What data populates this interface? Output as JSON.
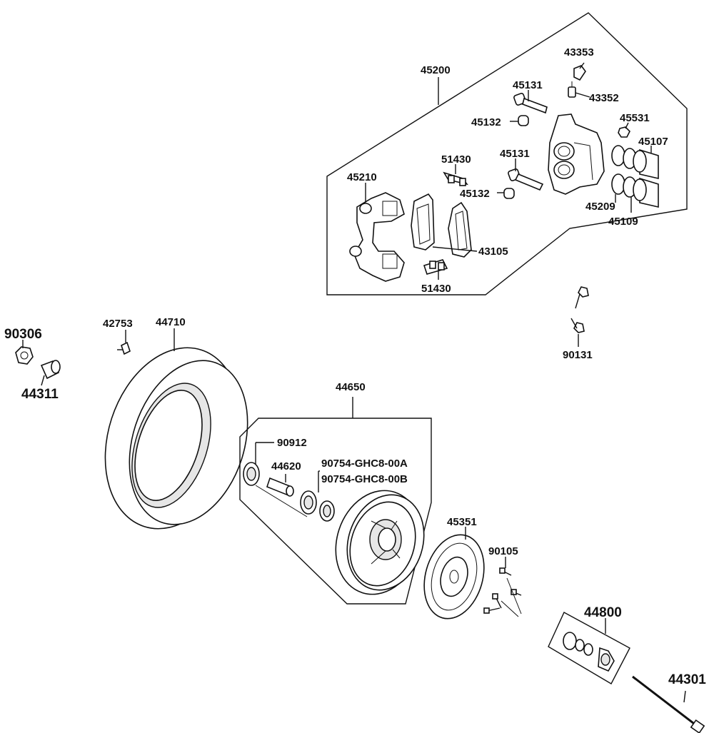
{
  "diagram": {
    "labels": {
      "p45200": "45200",
      "p43353": "43353",
      "p45131a": "45131",
      "p43352": "43352",
      "p45132a": "45132",
      "p45531": "45531",
      "p45107": "45107",
      "p51430a": "51430",
      "p45131b": "45131",
      "p45210": "45210",
      "p45132b": "45132",
      "p45209": "45209",
      "p45109": "45109",
      "p43105": "43105",
      "p51430b": "51430",
      "p90131": "90131",
      "p90306": "90306",
      "p44311": "44311",
      "p42753": "42753",
      "p44710": "44710",
      "p44650": "44650",
      "p90912": "90912",
      "p44620": "44620",
      "p90754a": "90754-GHC8-00A",
      "p90754b": "90754-GHC8-00B",
      "p45351": "45351",
      "p90105": "90105",
      "p44800": "44800",
      "p44301": "44301"
    }
  }
}
